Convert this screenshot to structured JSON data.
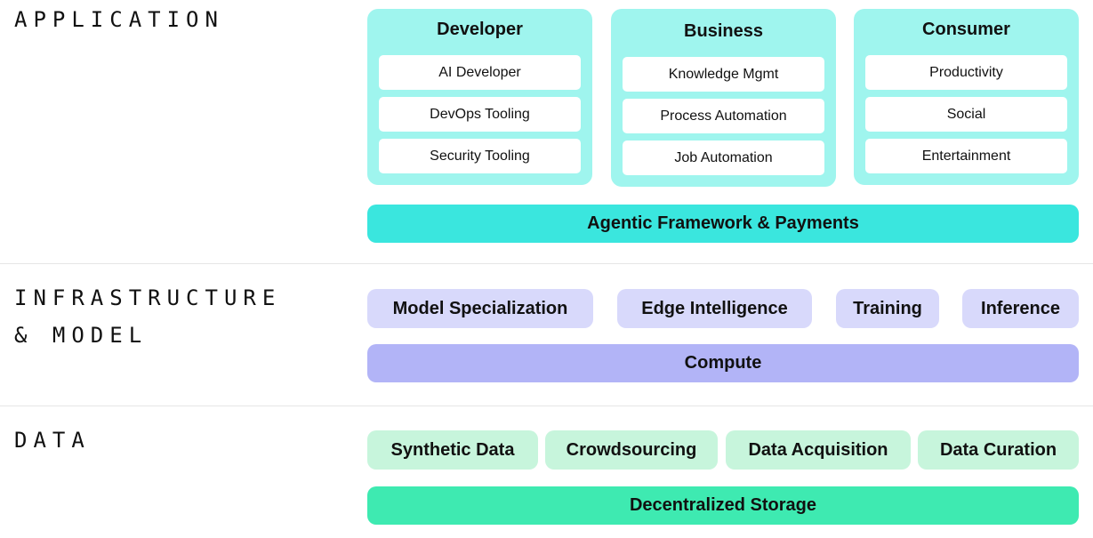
{
  "sections": {
    "application": "APPLICATION",
    "infrastructure_line1": "INFRASTRUCTURE",
    "infrastructure_line2": "& MODEL",
    "data": "DATA"
  },
  "application": {
    "cards": [
      {
        "title": "Developer",
        "items": [
          "AI Developer",
          "DevOps Tooling",
          "Security Tooling"
        ]
      },
      {
        "title": "Business",
        "items": [
          "Knowledge Mgmt",
          "Process Automation",
          "Job Automation"
        ]
      },
      {
        "title": "Consumer",
        "items": [
          "Productivity",
          "Social",
          "Entertainment"
        ]
      }
    ],
    "bar": "Agentic Framework & Payments"
  },
  "infrastructure": {
    "pills": [
      "Model Specialization",
      "Edge Intelligence",
      "Training",
      "Inference"
    ],
    "bar": "Compute"
  },
  "data_layer": {
    "pills": [
      "Synthetic Data",
      "Crowdsourcing",
      "Data Acquisition",
      "Data Curation"
    ],
    "bar": "Decentralized Storage"
  },
  "colors": {
    "application_card": "#9ff5ee",
    "application_bar": "#3ae6de",
    "model_pill": "#d8d9fb",
    "model_bar": "#b2b4f7",
    "data_pill": "#c7f5dc",
    "data_bar": "#3eeab1"
  }
}
